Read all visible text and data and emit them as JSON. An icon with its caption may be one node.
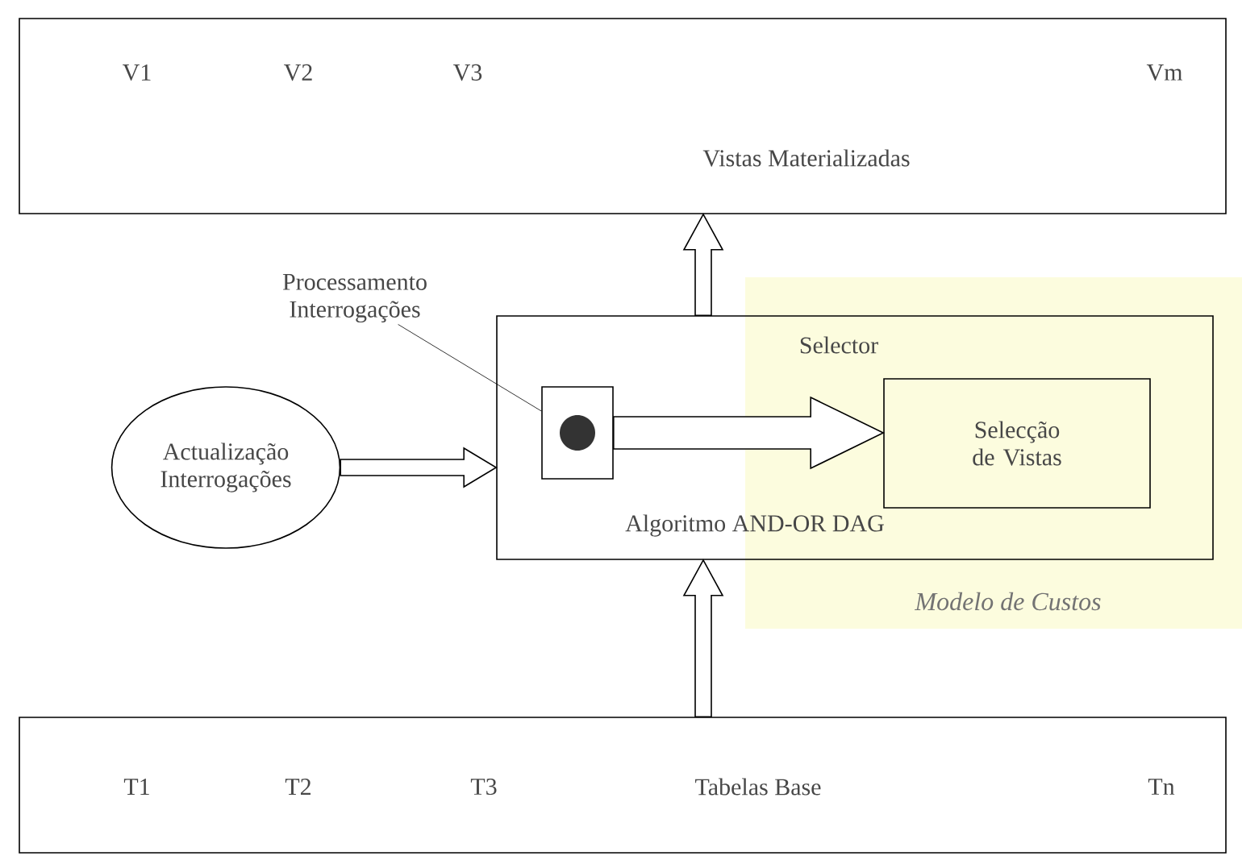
{
  "diagram": {
    "nodes": [
      {
        "text": [
          "V1",
          "V2",
          "V3",
          "Vm",
          "Vistas Materializadas"
        ]
      },
      {
        "text": [
          "Actualização Interrogações"
        ]
      },
      {
        "text": [
          "Selector",
          "Algoritmo AND-OR DAG"
        ]
      },
      {
        "text": [
          "Modelo de Custos"
        ]
      },
      {
        "text": [
          "Processamento Interrogações"
        ]
      },
      {
        "text": [],
        "shape": "box",
        "in": 2
      },
      {
        "text": [
          "Selecção de Vistas"
        ]
      },
      {
        "text": [
          "T1",
          "T2",
          "T3",
          "Tabelas Base",
          "Tn"
        ]
      }
    ],
    "edges": [
      {
        "from": 1,
        "to": 2,
        "arrow": "to"
      },
      {
        "from": 4,
        "to": 5,
        "arrow": "none"
      },
      {
        "from": 5,
        "to": 6,
        "arrow": "to"
      },
      {
        "from": 2,
        "to": 0,
        "arrow": "to"
      },
      {
        "from": 7,
        "to": 2,
        "arrow": "to"
      }
    ]
  }
}
